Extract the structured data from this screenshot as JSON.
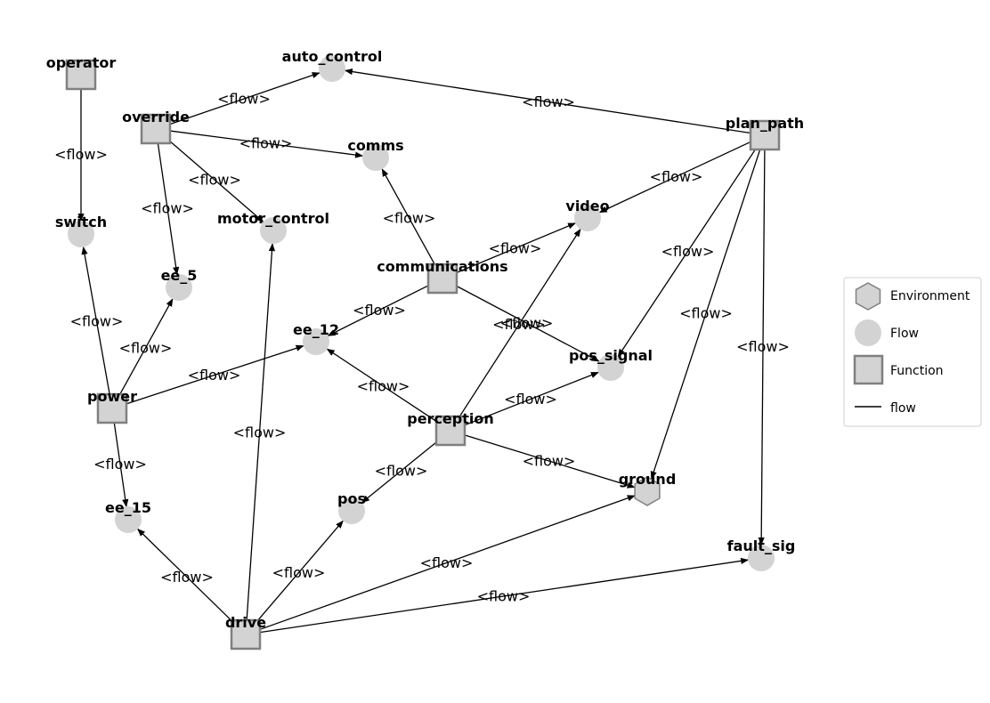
{
  "edge_label": "<flow>",
  "nodes": [
    {
      "id": "operator",
      "label": "operator",
      "kind": "function"
    },
    {
      "id": "override",
      "label": "override",
      "kind": "function"
    },
    {
      "id": "plan_path",
      "label": "plan_path",
      "kind": "function"
    },
    {
      "id": "communications",
      "label": "communications",
      "kind": "function"
    },
    {
      "id": "power",
      "label": "power",
      "kind": "function"
    },
    {
      "id": "perception",
      "label": "perception",
      "kind": "function"
    },
    {
      "id": "drive",
      "label": "drive",
      "kind": "function"
    },
    {
      "id": "auto_control",
      "label": "auto_control",
      "kind": "flow"
    },
    {
      "id": "comms",
      "label": "comms",
      "kind": "flow"
    },
    {
      "id": "switch",
      "label": "switch",
      "kind": "flow"
    },
    {
      "id": "motor_control",
      "label": "motor_control",
      "kind": "flow"
    },
    {
      "id": "video",
      "label": "video",
      "kind": "flow"
    },
    {
      "id": "ee_5",
      "label": "ee_5",
      "kind": "flow"
    },
    {
      "id": "ee_12",
      "label": "ee_12",
      "kind": "flow"
    },
    {
      "id": "pos_signal",
      "label": "pos_signal",
      "kind": "flow"
    },
    {
      "id": "ee_15",
      "label": "ee_15",
      "kind": "flow"
    },
    {
      "id": "pos",
      "label": "pos",
      "kind": "flow"
    },
    {
      "id": "fault_sig",
      "label": "fault_sig",
      "kind": "flow"
    },
    {
      "id": "ground",
      "label": "ground",
      "kind": "environment"
    }
  ],
  "edges": [
    {
      "from": "operator",
      "to": "switch"
    },
    {
      "from": "override",
      "to": "auto_control"
    },
    {
      "from": "override",
      "to": "comms"
    },
    {
      "from": "override",
      "to": "motor_control"
    },
    {
      "from": "override",
      "to": "ee_5"
    },
    {
      "from": "plan_path",
      "to": "auto_control"
    },
    {
      "from": "plan_path",
      "to": "video"
    },
    {
      "from": "plan_path",
      "to": "pos_signal"
    },
    {
      "from": "plan_path",
      "to": "ground"
    },
    {
      "from": "plan_path",
      "to": "fault_sig"
    },
    {
      "from": "communications",
      "to": "comms"
    },
    {
      "from": "communications",
      "to": "video"
    },
    {
      "from": "communications",
      "to": "ee_12"
    },
    {
      "from": "communications",
      "to": "pos_signal"
    },
    {
      "from": "power",
      "to": "switch"
    },
    {
      "from": "power",
      "to": "ee_5"
    },
    {
      "from": "power",
      "to": "ee_12"
    },
    {
      "from": "power",
      "to": "ee_15"
    },
    {
      "from": "perception",
      "to": "video"
    },
    {
      "from": "perception",
      "to": "ee_12"
    },
    {
      "from": "perception",
      "to": "pos_signal"
    },
    {
      "from": "perception",
      "to": "pos"
    },
    {
      "from": "perception",
      "to": "ground"
    },
    {
      "from": "drive",
      "to": "motor_control"
    },
    {
      "from": "drive",
      "to": "ee_15"
    },
    {
      "from": "drive",
      "to": "pos"
    },
    {
      "from": "drive",
      "to": "ground"
    },
    {
      "from": "drive",
      "to": "fault_sig"
    }
  ],
  "legend": [
    {
      "kind": "environment",
      "label": "Environment"
    },
    {
      "kind": "flow",
      "label": "Flow"
    },
    {
      "kind": "function",
      "label": "Function"
    },
    {
      "kind": "edge",
      "label": "flow"
    }
  ],
  "colors": {
    "node_fill": "#d3d3d3",
    "node_border": "#808080",
    "edge": "#000000"
  }
}
